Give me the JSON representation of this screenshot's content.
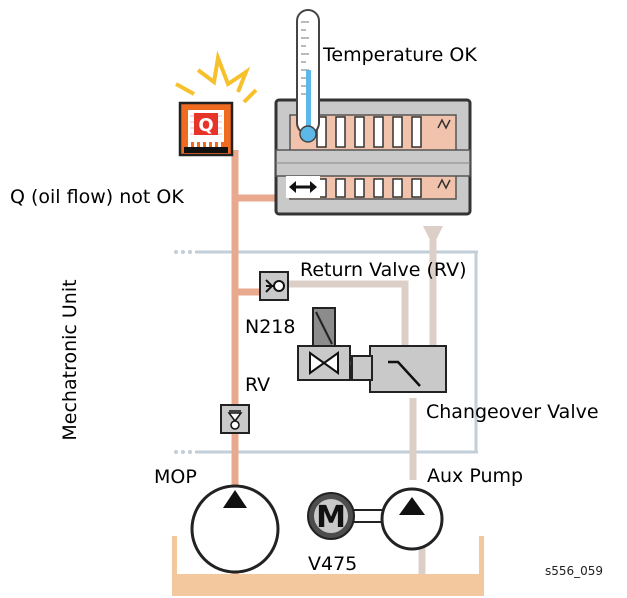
{
  "labels": {
    "temperature": "Temperature OK",
    "q_not_ok": "Q (oil flow) not OK",
    "return_valve": "Return Valve (RV)",
    "n218": "N218",
    "rv": "RV",
    "changeover": "Changeover Valve",
    "mop": "MOP",
    "aux_pump": "Aux Pump",
    "v475": "V475",
    "mechatronic": "Mechatronic Unit",
    "code": "s556_059",
    "q_letter": "Q",
    "m_letter": "M"
  },
  "icons": [
    "warning-burst-icon",
    "flow-sensor-icon",
    "thermometer-icon",
    "double-arrow-icon",
    "return-valve-icon",
    "solenoid-valve-icon",
    "pressure-relief-valve-icon",
    "pump-triangle-icon",
    "motor-icon"
  ],
  "colors": {
    "oil_line": "#e9a98f",
    "return_line": "#dccfc8",
    "gray_line": "#c2cfd8",
    "valve_fill": "#f1c3ac",
    "box_fill": "#c9c9c9",
    "sensor_orange": "#f06a1f",
    "sump": "#f3c89f",
    "burst": "#f6c12c"
  }
}
